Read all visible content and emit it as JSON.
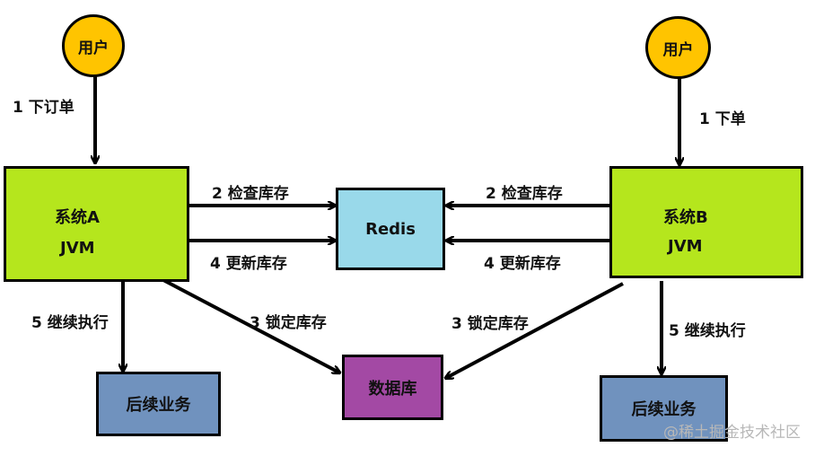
{
  "colors": {
    "user": "#ffc400",
    "system": "#b5e61d",
    "redis": "#99d9ea",
    "database": "#a349a4",
    "followup": "#7092be",
    "line": "#000000"
  },
  "user_a": {
    "label": "用户"
  },
  "user_b": {
    "label": "用户"
  },
  "system_a": {
    "name": "系统A",
    "runtime": "JVM"
  },
  "system_b": {
    "name": "系统B",
    "runtime": "JVM"
  },
  "redis": {
    "label": "Redis"
  },
  "database": {
    "label": "数据库"
  },
  "followup_a": {
    "label": "后续业务"
  },
  "followup_b": {
    "label": "后续业务"
  },
  "edges": {
    "a_order": "1 下订单",
    "b_order": "1 下单",
    "a_check": "2 检查库存",
    "b_check": "2 检查库存",
    "a_update": "4 更新库存",
    "b_update": "4 更新库存",
    "a_lock": "3 锁定库存",
    "b_lock": "3 锁定库存",
    "a_continue": "5 继续执行",
    "b_continue": "5 继续执行"
  },
  "watermark": "@稀土掘金技术社区"
}
